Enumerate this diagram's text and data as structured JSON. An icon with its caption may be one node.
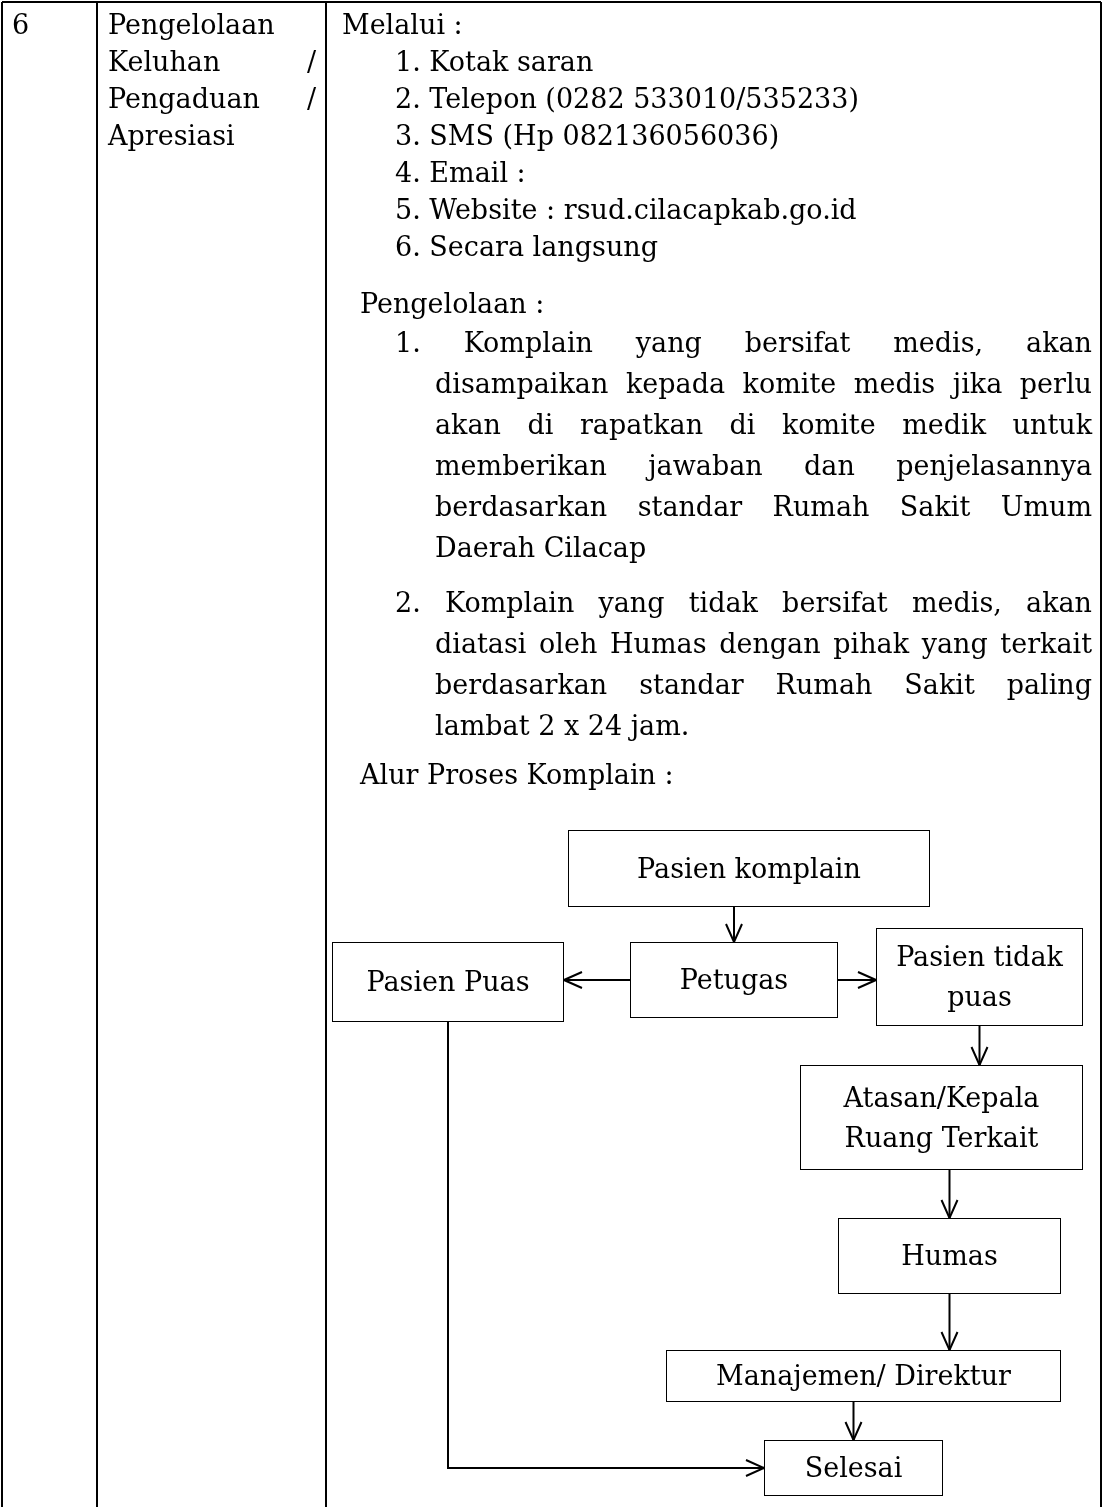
{
  "diagram": {
    "nodes": [
      {
        "text": [
          "Pasien komplain"
        ]
      },
      {
        "text": [
          "Pasien Puas"
        ]
      },
      {
        "text": [
          "Petugas"
        ]
      },
      {
        "text": [
          "Pasien tidak puas"
        ]
      },
      {
        "text": [
          "Atasan/Kepala Ruang Terkait"
        ]
      },
      {
        "text": [
          "Humas"
        ]
      },
      {
        "text": [
          "Manajemen/ Direktur"
        ]
      },
      {
        "text": [
          "Selesai"
        ]
      }
    ],
    "edges": [
      {
        "from": 0,
        "to": 2,
        "arrow": "to"
      },
      {
        "from": 2,
        "to": 1,
        "arrow": "to"
      },
      {
        "from": 2,
        "to": 3,
        "arrow": "to"
      },
      {
        "from": 3,
        "to": 4,
        "arrow": "to"
      },
      {
        "from": 4,
        "to": 5,
        "arrow": "to"
      },
      {
        "from": 5,
        "to": 6,
        "arrow": "to"
      },
      {
        "from": 6,
        "to": 7,
        "arrow": "to"
      },
      {
        "from": 1,
        "to": 7,
        "arrow": "to"
      }
    ],
    "labels": [
      "6",
      "Pengelolaan Keluhan / Pengaduan / Apresiasi",
      "Melalui :",
      "1. Kotak saran",
      "2. Telepon (0282 533010/535233)",
      "3. SMS (Hp 082136056036)",
      "4. Email :",
      "5. Website : rsud.cilacapkab.go.id",
      "6. Secara langsung",
      "Pengelolaan :",
      "1. Komplain yang bersifat medis, akan disampaikan kepada komite medis jika perlu akan di rapatkan di komite medik untuk memberikan jawaban dan penjelasannya berdasarkan standar Rumah Sakit Umum Daerah Cilacap",
      "2. Komplain yang tidak bersifat medis, akan diatasi oleh Humas dengan pihak yang terkait berdasarkan standar Rumah Sakit paling lambat 2 x 24 jam.",
      "Alur Proses Komplain :"
    ]
  }
}
